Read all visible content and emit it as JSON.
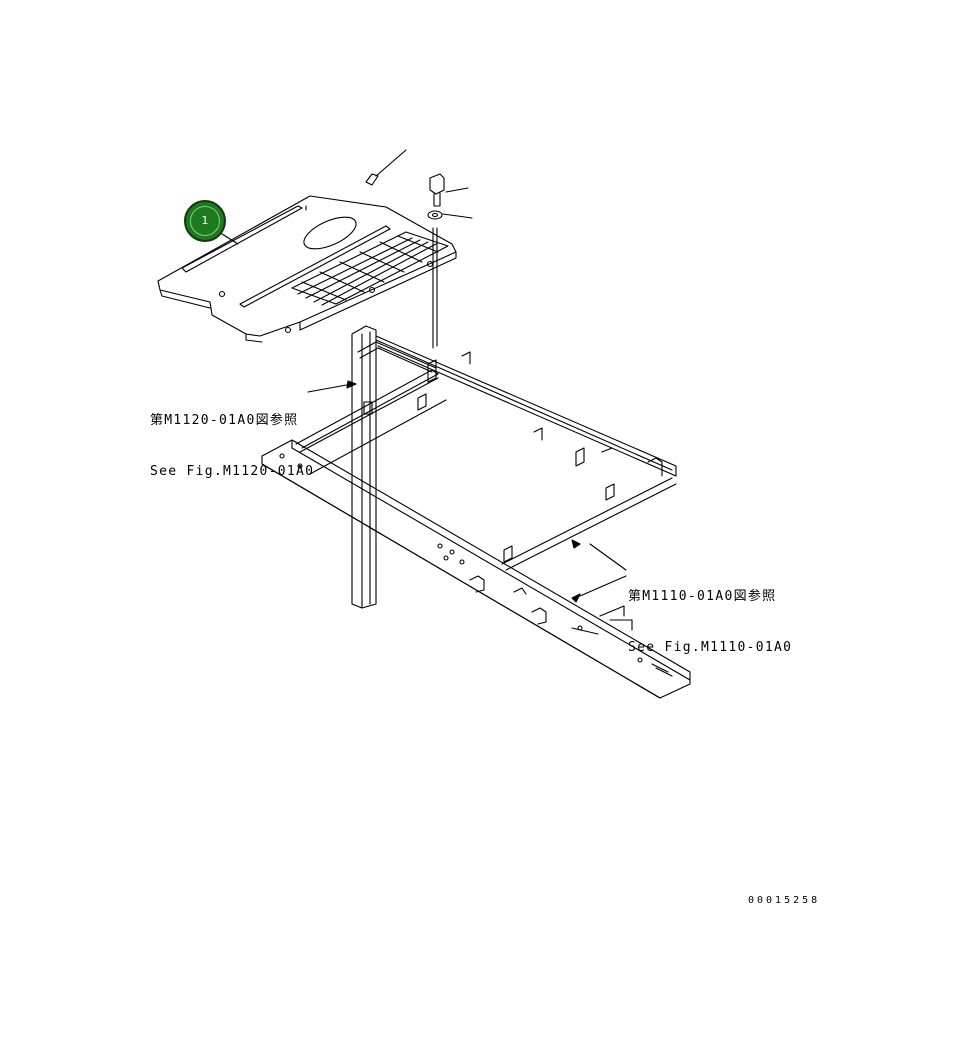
{
  "callouts": [
    {
      "number": "1",
      "color": "#1e7a1e"
    }
  ],
  "references": {
    "upper": {
      "ja": "第M1120-01A0図参照",
      "en": "See Fig.M1120-01A0"
    },
    "lower": {
      "ja": "第M1110-01A0図参照",
      "en": "See Fig.M1110-01A0"
    }
  },
  "drawing_number": "00015258"
}
